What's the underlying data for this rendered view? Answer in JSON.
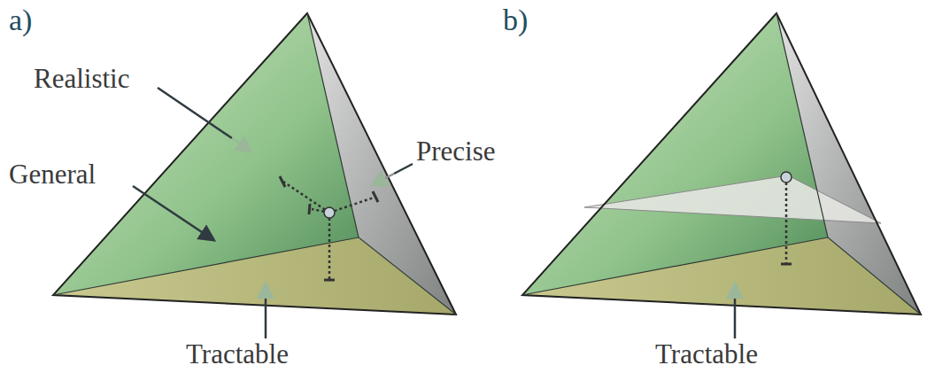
{
  "diagram": {
    "labels": [
      "a)",
      "Realistic",
      "General",
      "Precise",
      "Tractable",
      "b)",
      "Tractable"
    ]
  }
}
